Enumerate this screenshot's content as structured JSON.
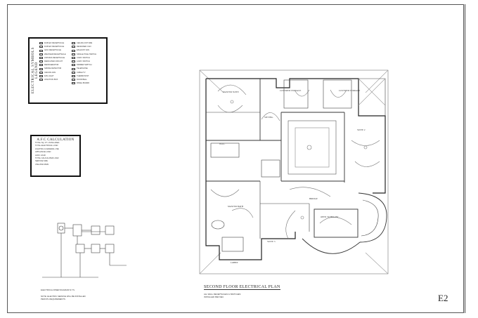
{
  "legend": {
    "title": "ELECTRICAL SYMBOLS LEGEND",
    "col1": [
      "DUPLEX RECEPTACLE",
      "DUPLEX RECEPTACLE",
      "GFCI RECEPTACLE",
      "WEATHER RECEPTACLE",
      "220V/30A RECEPTACLE",
      "DEDICATED CIRCUIT",
      "REFRIGERATOR",
      "SMOKE DETECTOR",
      "CEILING FAN",
      "FAN LIGHT",
      "JUNCTION BOX"
    ],
    "col2": [
      "CEILING FIXTURE",
      "RECESSED CAN",
      "EXHAUST FAN",
      "SINGLE POLE SWITCH",
      "3-WAY SWITCH",
      "4-WAY SWITCH",
      "DIMMER SWITCH",
      "TELEPHONE",
      "CABLE TV",
      "THERMOSTAT",
      "DOOR BELL",
      "PANEL BOARD"
    ]
  },
  "calc": {
    "title": "A.F.C CALCULATION",
    "lines": [
      "TOTAL SQ. FT. LIVING AREA",
      "TOTAL ELECTRICAL LOAD",
      "LIGHTING & GENERAL USE",
      "APPLIANCE LOAD",
      "HVAC LOAD",
      "TOTAL CALCULATED LOAD",
      "SERVICE SIZE",
      "USE 200A MAIN"
    ]
  },
  "riser": {
    "caption": "ELECTRICAL RISER DIAGRAM N.T.S.",
    "note1": "NOTE: ELECTRIC SERVICE WILL BE INSTALLED",
    "note2": "PER FPL REQUIREMENTS"
  },
  "rooms": {
    "master": "MASTER SUITE",
    "terrace1": "COVERED TERRACE",
    "terrace2": "COVERED TERRACE",
    "sitting": "SITTING",
    "closet": "W.I.C.",
    "bath": "MASTER BATH",
    "bridge": "BRIDGE",
    "suite2": "SUITE 2",
    "suite3": "SUITE 3",
    "open": "OPEN TO BELOW",
    "lobby": "LOBBY"
  },
  "plan": {
    "title": "SECOND FLOOR ELECTRICAL PLAN",
    "note1": "ALL WALL RECEPTACLES & SWITCHES",
    "note2": "INSTALLED PER NEC",
    "sheet": "E2"
  }
}
